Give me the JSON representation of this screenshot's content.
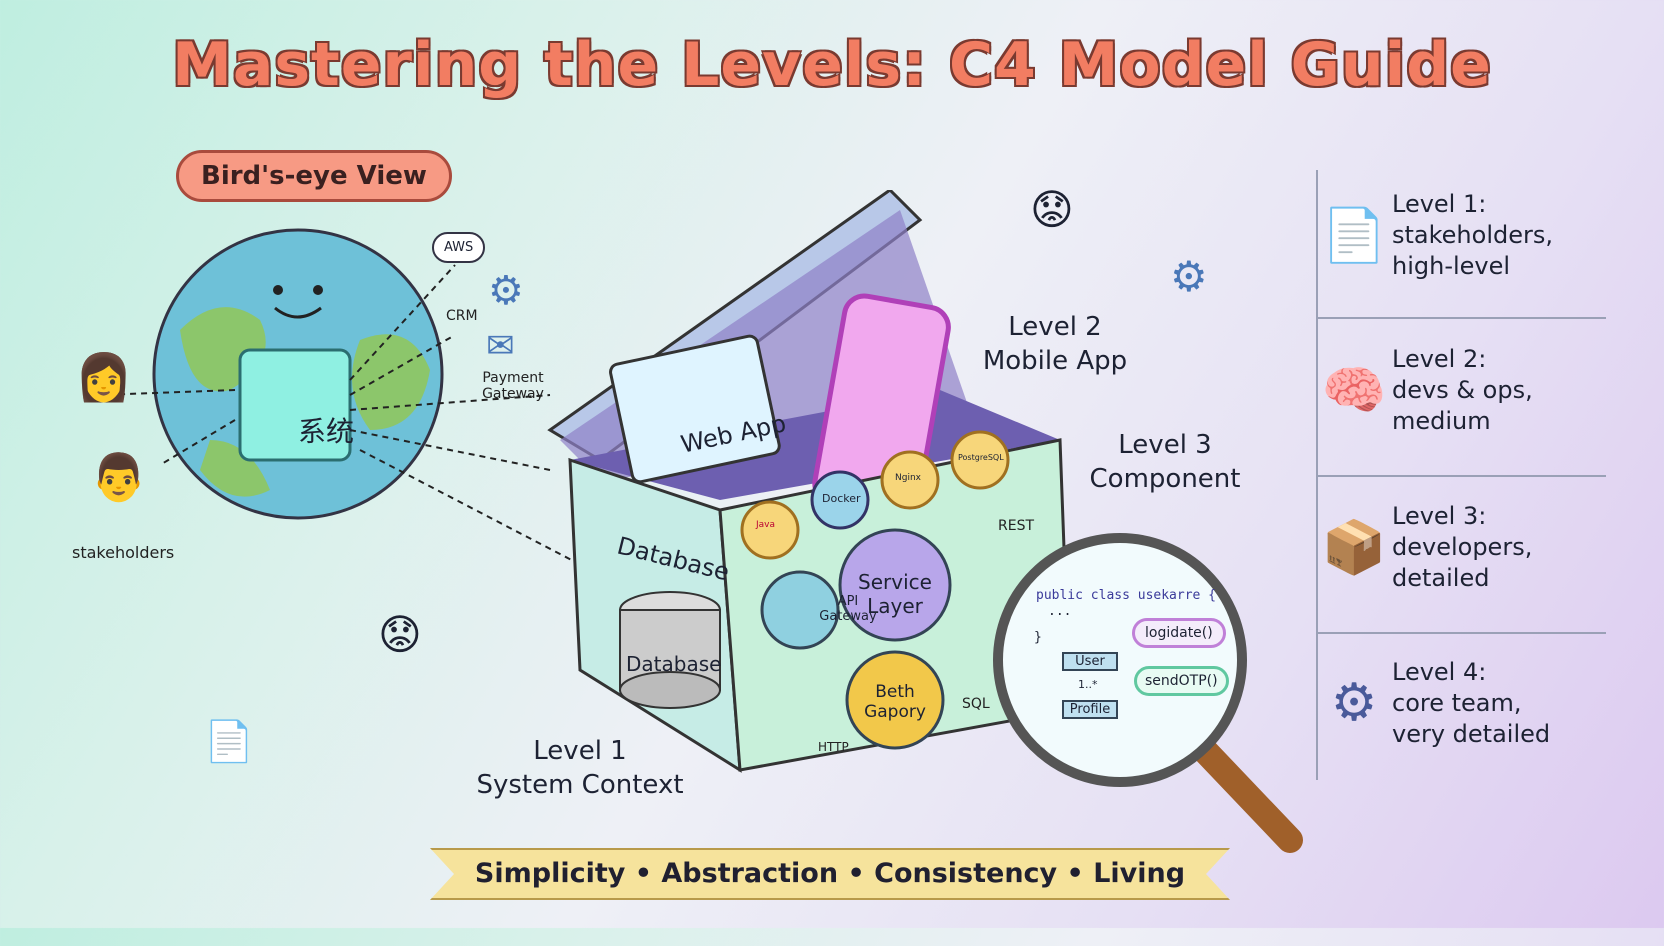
{
  "title": "Mastering the Levels: C4 Model Guide",
  "birds_eye": "Bird's-eye View",
  "globe": {
    "system_label": "系统",
    "stakeholders": "stakeholders",
    "externals": [
      "AWS",
      "CRM",
      "Payment Gateway"
    ]
  },
  "box": {
    "web_app": "Web App",
    "database_side": "Database",
    "database_cylinder": "Database",
    "badges": [
      "Java",
      "Docker",
      "Nginx",
      "PostgreSQL"
    ],
    "gears": [
      "API Gateway",
      "Service Layer",
      "Beth Gapory"
    ],
    "protocols": [
      "REST",
      "SQL",
      "HTTP"
    ]
  },
  "levels_on_art": [
    {
      "title": "Level 1",
      "subtitle": "System Context"
    },
    {
      "title": "Level 2",
      "subtitle": "Mobile App"
    },
    {
      "title": "Level 3",
      "subtitle": "Component"
    }
  ],
  "magnifier": {
    "code_line": "public class usekarre {",
    "dots": "...",
    "close": "}",
    "user": "User",
    "multiplicity": "1..*",
    "profile": "Profile",
    "method1": "logidate()",
    "method2": "sendOTP()"
  },
  "panel": [
    {
      "icon": "document-icon",
      "level": "Level 1:",
      "desc": "stakeholders, high-level"
    },
    {
      "icon": "brain-icon",
      "level": "Level 2:",
      "desc": "devs & ops, medium"
    },
    {
      "icon": "box-icon",
      "level": "Level 3:",
      "desc": "developers, detailed"
    },
    {
      "icon": "gear-icon",
      "level": "Level 4:",
      "desc": "core team, very detailed"
    }
  ],
  "banner": "Simplicity • Abstraction • Consistency • Living Documentation",
  "colors": {
    "title": "#f27d62",
    "banner": "#f6e39c",
    "accent_purple": "#b8a6ea",
    "accent_teal": "#8fe0d8"
  }
}
